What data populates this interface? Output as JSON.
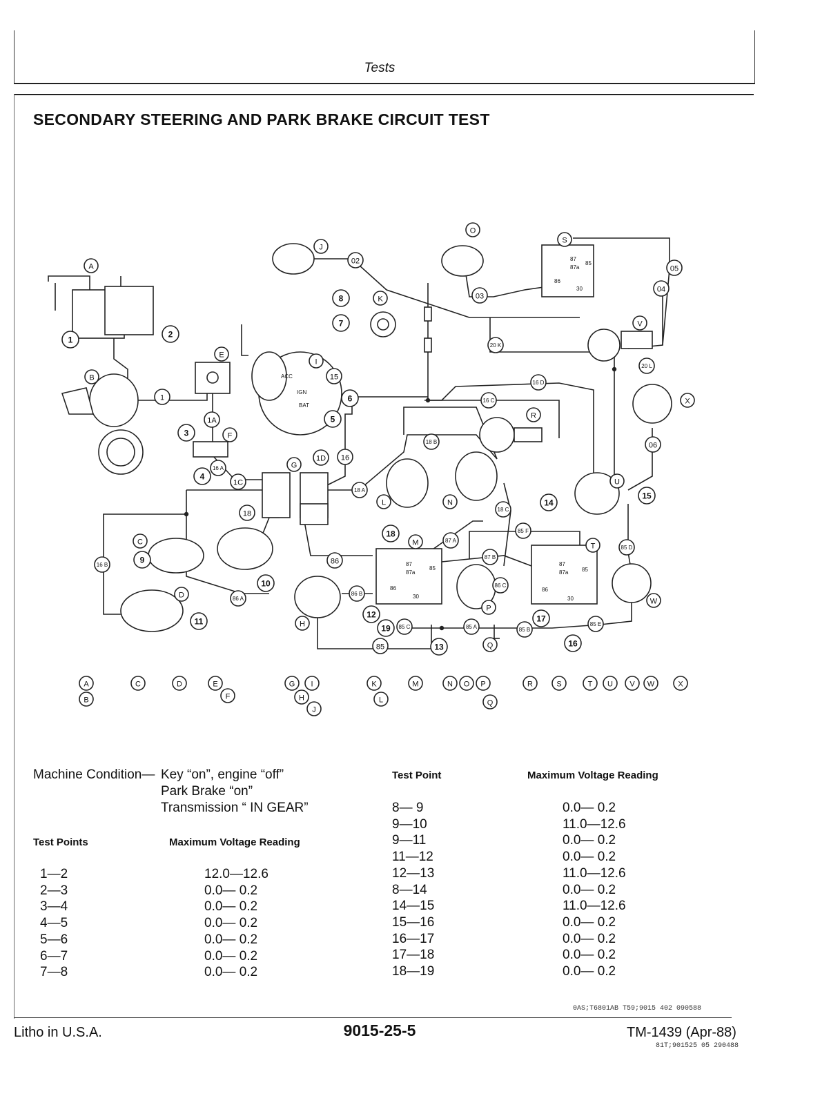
{
  "header": {
    "section": "Tests"
  },
  "title": "SECONDARY STEERING AND PARK BRAKE CIRCUIT TEST",
  "diagram": {
    "component_letters": [
      "A",
      "B",
      "C",
      "D",
      "E",
      "F",
      "G",
      "H",
      "I",
      "J",
      "K",
      "L",
      "M",
      "N",
      "O",
      "P",
      "Q",
      "R",
      "S",
      "T",
      "U",
      "V",
      "W",
      "X"
    ],
    "test_point_numbers": [
      "1",
      "2",
      "3",
      "4",
      "5",
      "6",
      "7",
      "8",
      "9",
      "10",
      "11",
      "12",
      "13",
      "14",
      "15",
      "16",
      "17",
      "18",
      "19"
    ],
    "wire_labels": [
      "02",
      "03",
      "04",
      "05",
      "06",
      "1",
      "1A",
      "1C",
      "1D",
      "15",
      "16",
      "16 A",
      "16 B",
      "16 C",
      "16 D",
      "18",
      "18 A",
      "18 B",
      "18 C",
      "20 K",
      "20 L",
      "85",
      "85 A",
      "85 B",
      "85 C",
      "85 D",
      "85 E",
      "85 F",
      "86",
      "86 A",
      "86 B",
      "86 C",
      "87 A",
      "87 B"
    ],
    "relay_terminals": [
      "87",
      "87a",
      "85",
      "86",
      "30"
    ],
    "switch_terminals": [
      "ACC",
      "IGN",
      "BAT"
    ],
    "legend_row1": [
      "A",
      "C",
      "D",
      "E",
      "G",
      "I",
      "K",
      "M",
      "N",
      "O",
      "P",
      "R",
      "S",
      "T",
      "U",
      "V",
      "W",
      "X"
    ],
    "legend_row2": [
      "B",
      "F",
      "H",
      "J",
      "L",
      "Q"
    ]
  },
  "machine_condition": {
    "label": "Machine Condition—",
    "lines": [
      "Key “on”, engine “off”",
      "Park Brake “on”",
      "Transmission “ IN GEAR”"
    ]
  },
  "table_left": {
    "col1": "Test Points",
    "col2": "Maximum Voltage Reading",
    "rows": [
      {
        "points": "1—2",
        "reading": "12.0—12.6"
      },
      {
        "points": "2—3",
        "reading": "0.0— 0.2"
      },
      {
        "points": "3—4",
        "reading": "0.0— 0.2"
      },
      {
        "points": "4—5",
        "reading": "0.0— 0.2"
      },
      {
        "points": "5—6",
        "reading": "0.0— 0.2"
      },
      {
        "points": "6—7",
        "reading": "0.0— 0.2"
      },
      {
        "points": "7—8",
        "reading": "0.0— 0.2"
      }
    ]
  },
  "table_right": {
    "col1": "Test Point",
    "col2": "Maximum Voltage Reading",
    "rows": [
      {
        "points": "8— 9",
        "reading": "0.0— 0.2"
      },
      {
        "points": "9—10",
        "reading": "11.0—12.6"
      },
      {
        "points": "9—11",
        "reading": "0.0— 0.2"
      },
      {
        "points": "11—12",
        "reading": "0.0— 0.2"
      },
      {
        "points": "12—13",
        "reading": "11.0—12.6"
      },
      {
        "points": "8—14",
        "reading": "0.0— 0.2"
      },
      {
        "points": "14—15",
        "reading": "11.0—12.6"
      },
      {
        "points": "15—16",
        "reading": "0.0— 0.2"
      },
      {
        "points": "16—17",
        "reading": "0.0— 0.2"
      },
      {
        "points": "17—18",
        "reading": "0.0— 0.2"
      },
      {
        "points": "18—19",
        "reading": "0.0— 0.2"
      }
    ]
  },
  "figure_ref": "0AS;T6801AB  T59;9015  402  090588",
  "footer": {
    "left": "Litho in U.S.A.",
    "center": "9015-25-5",
    "right": "TM-1439 (Apr-88)",
    "code": "81T;901525  05  290488"
  }
}
